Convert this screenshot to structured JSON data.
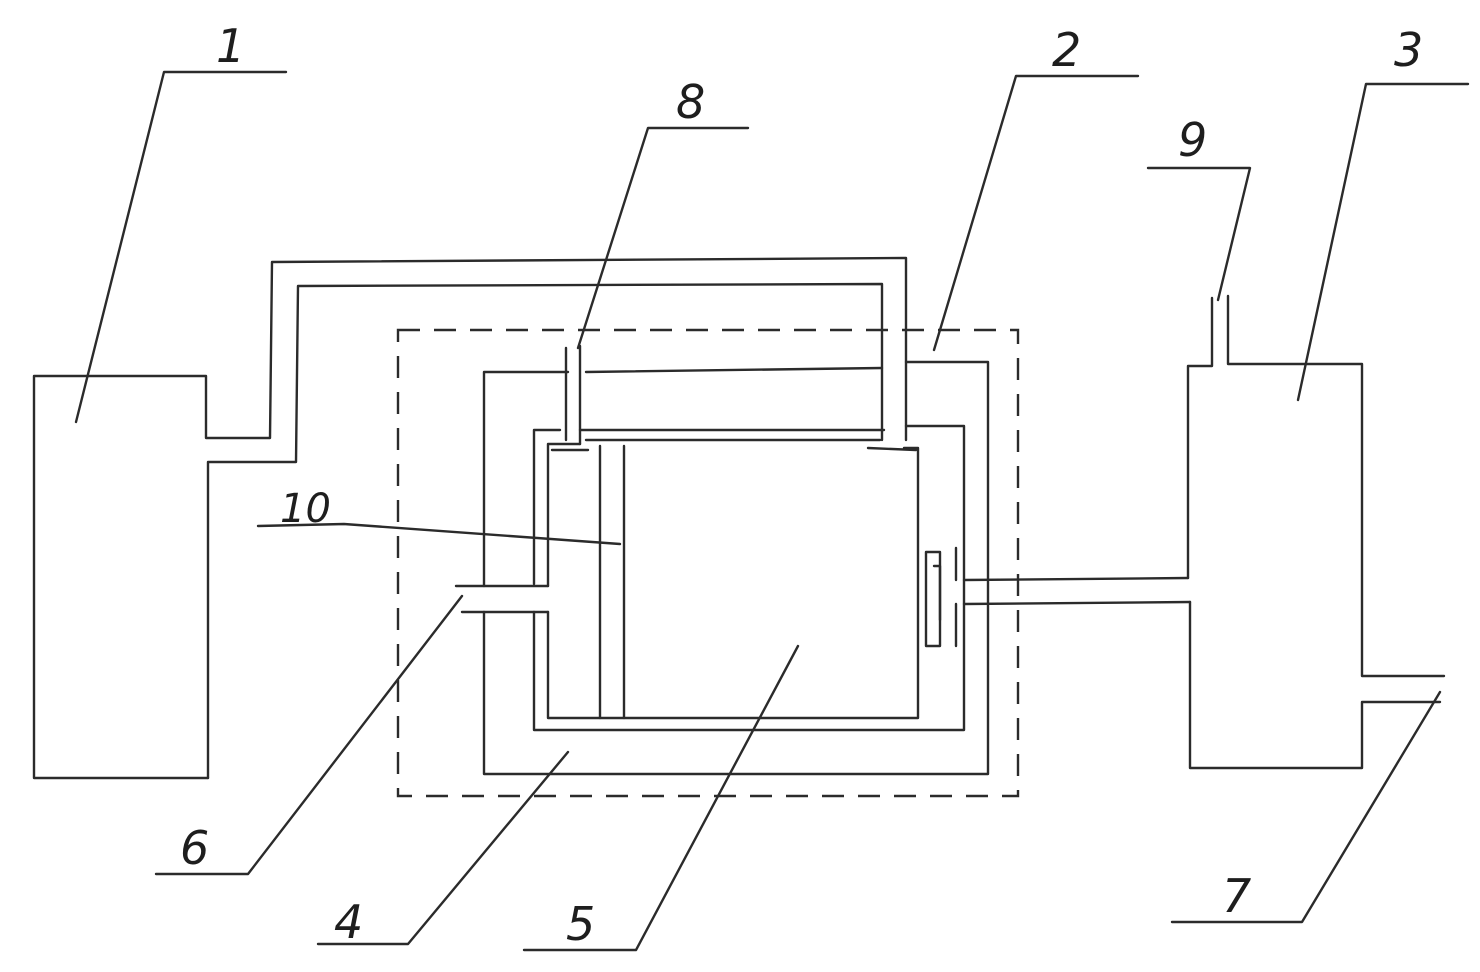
{
  "labels": {
    "l1": "1",
    "l2": "2",
    "l3": "3",
    "l4": "4",
    "l5": "5",
    "l6": "6",
    "l7": "7",
    "l8": "8",
    "l9": "9",
    "l10": "10"
  },
  "stroke_color": "#2b2b2b"
}
